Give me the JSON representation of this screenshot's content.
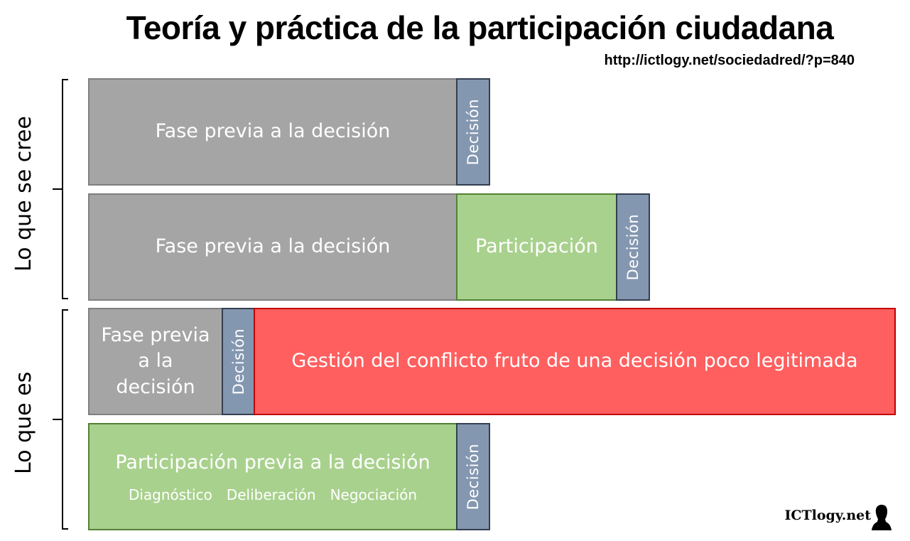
{
  "header": {
    "title": "Teoría y práctica de la participación ciudadana",
    "url": "http://ictlogy.net/sociedadred/?p=840"
  },
  "groups": [
    {
      "label": "Lo que se cree"
    },
    {
      "label": "Lo que es"
    }
  ],
  "rows": [
    {
      "blocks": [
        {
          "text": "Fase previa a la decisión",
          "type": "gray"
        },
        {
          "text": "Decisión",
          "type": "decision"
        }
      ]
    },
    {
      "blocks": [
        {
          "text": "Fase previa a la decisión",
          "type": "gray"
        },
        {
          "text": "Participación",
          "type": "green"
        },
        {
          "text": "Decisión",
          "type": "decision"
        }
      ]
    },
    {
      "blocks": [
        {
          "text": "Fase previa a la decisión",
          "type": "gray"
        },
        {
          "text": "Decisión",
          "type": "decision"
        },
        {
          "text": "Gestión del conflicto fruto de una decisión poco legitimada",
          "type": "red"
        }
      ]
    },
    {
      "blocks": [
        {
          "text": "Participación previa a la decisión",
          "type": "green",
          "subitems": [
            "Diagnóstico",
            "Deliberación",
            "Negociación"
          ]
        },
        {
          "text": "Decisión",
          "type": "decision"
        }
      ]
    }
  ],
  "footer": {
    "logo": "ICTlogy.net",
    "logo_icon": "person-silhouette-icon"
  },
  "colors": {
    "gray": "#a5a5a5",
    "green": "#a9d18e",
    "red": "#ff5f5f",
    "decision": "#8497b0"
  }
}
